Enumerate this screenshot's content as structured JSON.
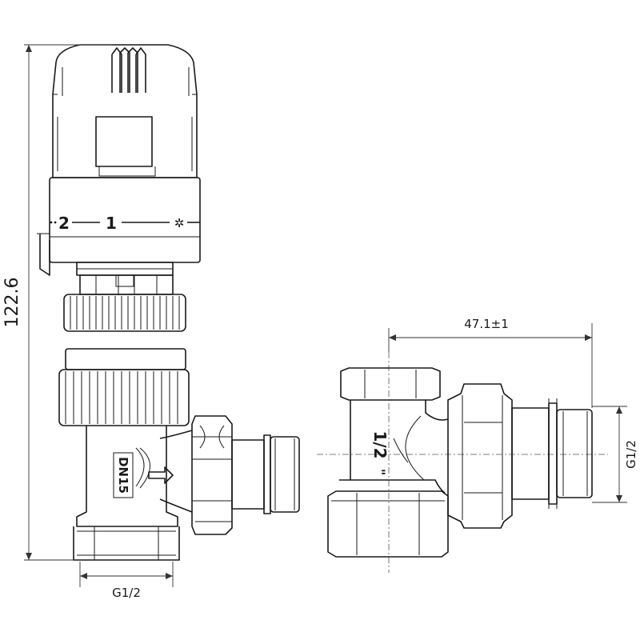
{
  "dimensions": {
    "height_total": "122.6",
    "inlet_thread_left": "G1/2",
    "offset_width": "47.1±1",
    "outlet_thread_right": "G1/2"
  },
  "head_scale": {
    "mark_2": "2",
    "mark_1": "1",
    "mark_off": "✲"
  },
  "body_markings": {
    "nominal_size": "DN15",
    "size_inch_left": "1/2",
    "size_inch_right": "\""
  },
  "colors": {
    "line": "#1a1a1a",
    "background": "#ffffff"
  }
}
